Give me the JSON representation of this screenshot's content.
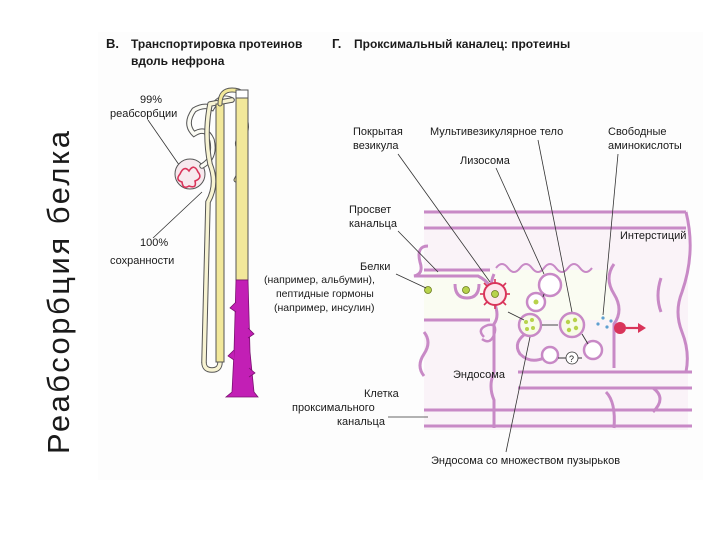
{
  "slide": {
    "title": "Реабсорбция белка"
  },
  "panel_b": {
    "letter": "В.",
    "title_line1": "Транспортировка протеинов",
    "title_line2": "вдоль нефрона",
    "label_reabsorption_pct": "99%",
    "label_reabsorption": "реабсорбции",
    "label_preserved_pct": "100%",
    "label_preserved": "сохранности"
  },
  "panel_g": {
    "letter": "Г.",
    "title": "Проксимальный каналец: протеины",
    "coated_vesicle_1": "Покрытая",
    "coated_vesicle_2": "везикула",
    "multivesicular_body": "Мультивезикулярное тело",
    "lysosome": "Лизосома",
    "free_amino_1": "Свободные",
    "free_amino_2": "аминокислоты",
    "lumen_1": "Просвет",
    "lumen_2": "канальца",
    "interstitium": "Интерстиций",
    "proteins_1": "Белки",
    "proteins_2": "(например, альбумин),",
    "proteins_3": "пептидные гормоны",
    "proteins_4": "(например, инсулин)",
    "endosome": "Эндосома",
    "question": "?",
    "cell_1": "Клетка",
    "cell_2": "проксимального",
    "cell_3": "канальца",
    "multi_endosome": "Эндосома со множеством пузырьков"
  },
  "colors": {
    "membrane": "#c889c6",
    "membrane_fill": "#f3e0f1",
    "tubule_yellow": "#f2e89a",
    "collecting_magenta": "#c21fb5",
    "vesicle_red": "#d9345a",
    "protein_green": "#b7d34b"
  }
}
